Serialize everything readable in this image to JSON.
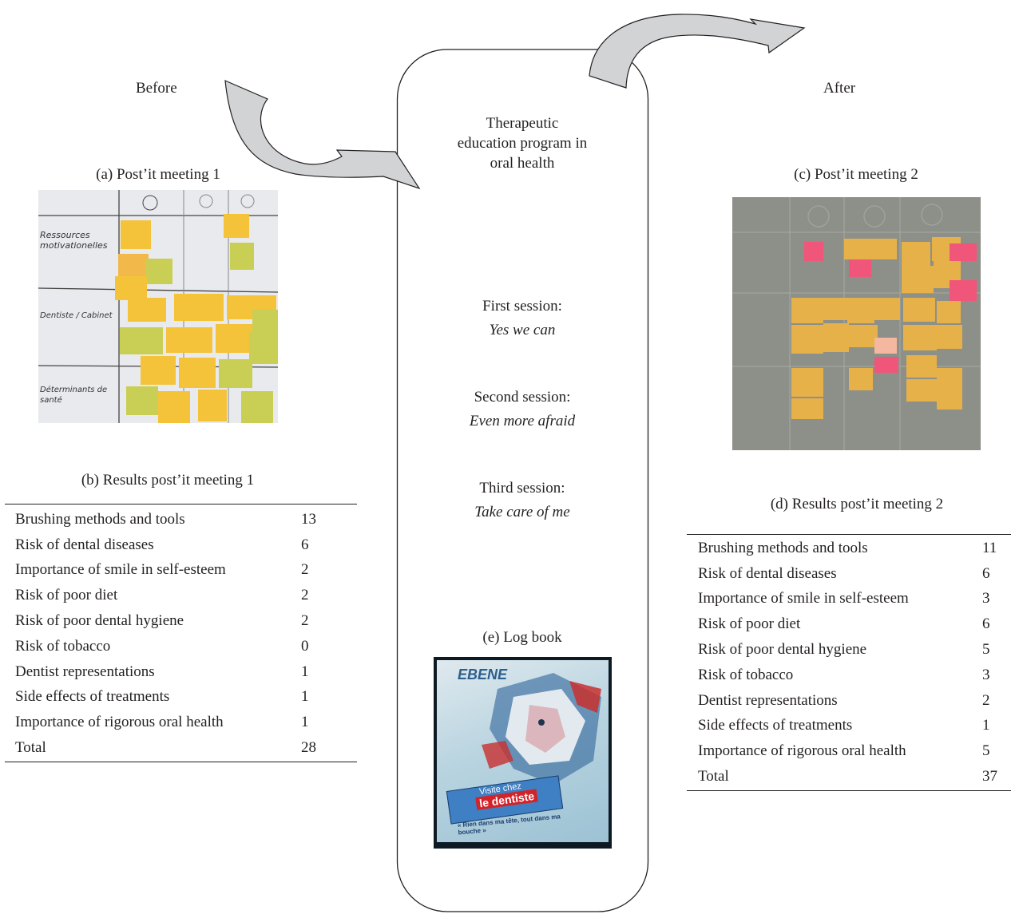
{
  "labels": {
    "before": "Before",
    "after": "After",
    "program_title": "Therapeutic education program in oral health",
    "post_it_1": "(a) Post’it meeting 1",
    "results_1": "(b) Results post’it meeting 1",
    "post_it_2": "(c) Post’it meeting 2",
    "results_2": "(d) Results post’it meeting 2",
    "log_book": "(e) Log book"
  },
  "program_title_lines": [
    "Therapeutic",
    "education program in",
    "oral health"
  ],
  "sessions": [
    {
      "label": "First session:",
      "name": "Yes we can"
    },
    {
      "label": "Second session:",
      "name": "Even more afraid"
    },
    {
      "label": "Third session:",
      "name": "Take care of me"
    }
  ],
  "table_1": {
    "rows": [
      {
        "topic": "Brushing methods and tools",
        "count": "13"
      },
      {
        "topic": "Risk of dental diseases",
        "count": "6"
      },
      {
        "topic": "Importance of smile in self-esteem",
        "count": "2"
      },
      {
        "topic": "Risk of poor diet",
        "count": "2"
      },
      {
        "topic": "Risk of poor dental hygiene",
        "count": "2"
      },
      {
        "topic": "Risk of tobacco",
        "count": "0"
      },
      {
        "topic": "Dentist representations",
        "count": "1"
      },
      {
        "topic": "Side effects of treatments",
        "count": "1"
      },
      {
        "topic": "Importance of rigorous oral health",
        "count": "1"
      },
      {
        "topic": "Total",
        "count": "28"
      }
    ]
  },
  "table_2": {
    "rows": [
      {
        "topic": "Brushing methods and tools",
        "count": "11"
      },
      {
        "topic": "Risk of dental diseases",
        "count": "6"
      },
      {
        "topic": "Importance of smile in self-esteem",
        "count": "3"
      },
      {
        "topic": "Risk of poor diet",
        "count": "6"
      },
      {
        "topic": "Risk of poor dental hygiene",
        "count": "5"
      },
      {
        "topic": "Risk of tobacco",
        "count": "3"
      },
      {
        "topic": "Dentist representations",
        "count": "2"
      },
      {
        "topic": "Side effects of treatments",
        "count": "1"
      },
      {
        "topic": "Importance of rigorous oral health",
        "count": "5"
      },
      {
        "topic": "Total",
        "count": "37"
      }
    ]
  },
  "photo_1_text": {
    "row1": "Ressources motivationelles",
    "row2": "Dentiste / Cabinet",
    "row3": "Déterminants de santé"
  },
  "log_book_cover": {
    "brand": "EBENE",
    "banner_top": "Visite chez",
    "banner_main": "le dentiste",
    "slogan": "« Rien dans ma tête, tout dans ma bouche »"
  },
  "colors": {
    "text": "#231f20",
    "arrow_fill": "#d1d3d4",
    "arrow_stroke": "#231f20",
    "note_yellow": "#f4c33a",
    "note_green": "#c9cf54",
    "note_pink": "#f0567a",
    "board_gray": "#8f918a"
  }
}
